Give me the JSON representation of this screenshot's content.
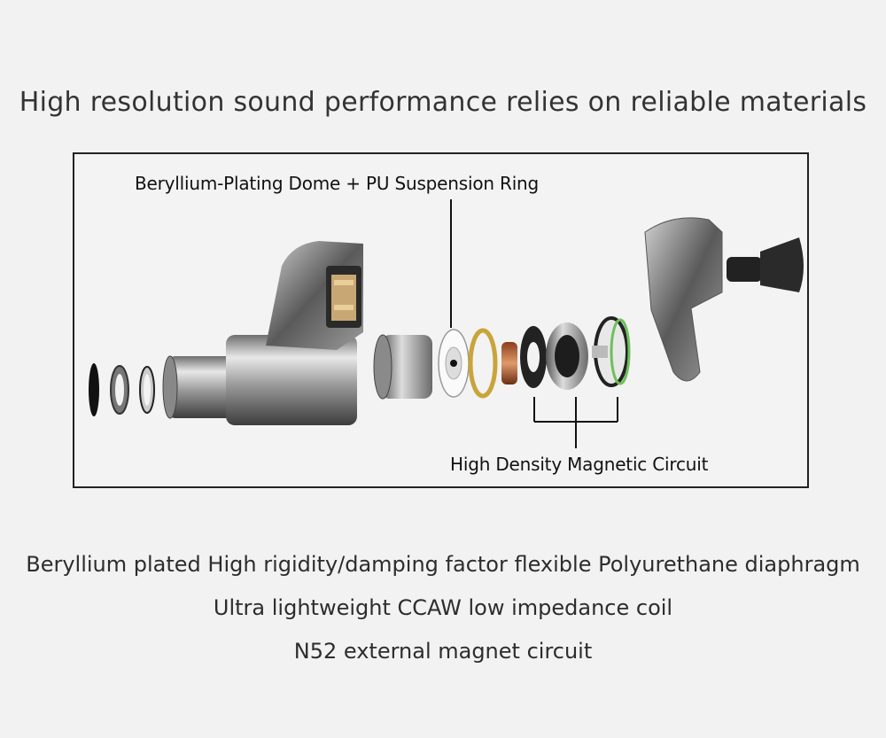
{
  "headline": "High resolution sound performance relies on reliable materials",
  "callouts": {
    "dome": "Beryllium-Plating Dome + PU Suspension Ring",
    "magnetic": "High Density Magnetic Circuit"
  },
  "features": [
    "Beryllium plated High rigidity/damping factor flexible Polyurethane diaphragm",
    "Ultra lightweight CCAW low impedance coil",
    "N52 external magnet circuit"
  ],
  "colors": {
    "background": "#f2f2f2",
    "frame_border": "#222222",
    "metal": "#9a9a9a",
    "copper_coil": "#b0643a",
    "gold_ring": "#c9a43a",
    "green_ring": "#6fbf5a"
  }
}
